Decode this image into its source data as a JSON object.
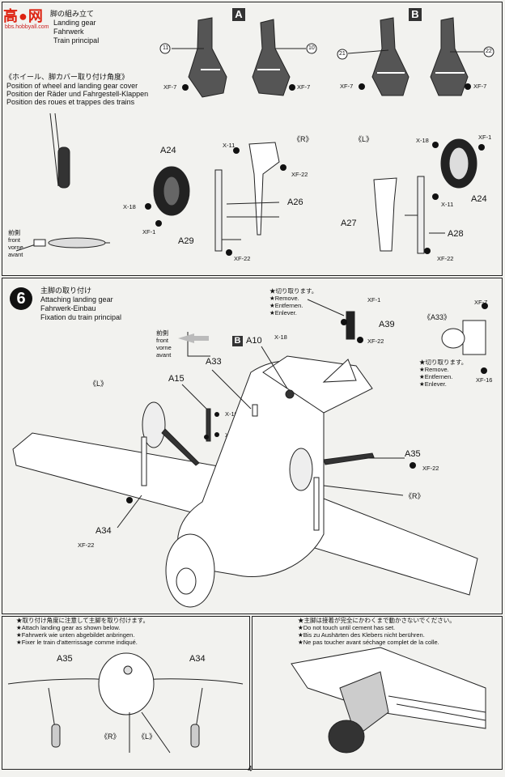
{
  "watermark": "bbs.hobbyall.com",
  "top_section": {
    "title_ja": "脚の組み立て",
    "title_en": "Landing gear",
    "title_de": "Fahrwerk",
    "title_es": "Train principal",
    "position_ja": "《ホイール、脚カバー取り付け角度》",
    "position_en": "Position of wheel and landing gear cover",
    "position_de": "Position der Räder und Fahrgestell-Klappen",
    "position_fr": "Position des roues et trappes des trains",
    "front_ja": "前側",
    "front_en": "front",
    "front_de": "vorne",
    "front_fr": "avant",
    "box_a": "A",
    "box_b": "B",
    "num_11": "11",
    "num_10": "10",
    "num_21": "21",
    "num_22": "22",
    "xf7": "XF-7",
    "xf1": "XF-1",
    "xf22": "XF-22",
    "x18": "X-18",
    "x11": "X-11",
    "right": "《R》",
    "left": "《L》",
    "a24": "A24",
    "a26": "A26",
    "a29": "A29",
    "a27": "A27",
    "a28": "A28"
  },
  "step6": {
    "number": "6",
    "title_ja": "主脚の取り付け",
    "title_en": "Attaching landing gear",
    "title_de": "Fahrwerk-Einbau",
    "title_fr": "Fixation du train principal",
    "remove_ja": "★切り取ります。",
    "remove_en": "★Remove.",
    "remove_de": "★Entfernen.",
    "remove_fr": "★Enlever.",
    "a33_callout": "《A33》",
    "remove2_ja": "★切り取ります。",
    "remove2_en": "★Remove.",
    "remove2_de": "★Entfernen.",
    "remove2_fr": "★Enlever.",
    "xf7": "XF-7",
    "xf16": "XF-16",
    "xf1": "XF-1",
    "xf22": "XF-22",
    "x18": "X-18",
    "x10": "X-10",
    "a39": "A39",
    "a10": "A10",
    "a33": "A33",
    "a15": "A15",
    "a35": "A35",
    "a34": "A34",
    "box_b": "B",
    "front_ja": "前側",
    "front_en": "front",
    "front_de": "vorne",
    "front_fr": "avant",
    "left": "《L》",
    "right": "《R》"
  },
  "bottom_left": {
    "note_ja": "★取り付け角度に注意して主脚を取り付けます。",
    "note_en": "★Attach landing gear as shown below.",
    "note_de": "★Fahrwerk wie unten abgebildet anbringen.",
    "note_fr": "★Fixer le train d'atterrissage comme indiqué.",
    "a35": "A35",
    "a34": "A34",
    "right": "《R》",
    "left": "《L》"
  },
  "bottom_right": {
    "note_ja": "★主脚は接着が完全にかわくまで動かさないでください。",
    "note_en": "★Do not touch until cement has set.",
    "note_de": "★Bis zu Aushärten des Klebers nicht berühren.",
    "note_fr": "★Ne pas toucher avant séchage complet de la colle."
  },
  "page_number": "4"
}
